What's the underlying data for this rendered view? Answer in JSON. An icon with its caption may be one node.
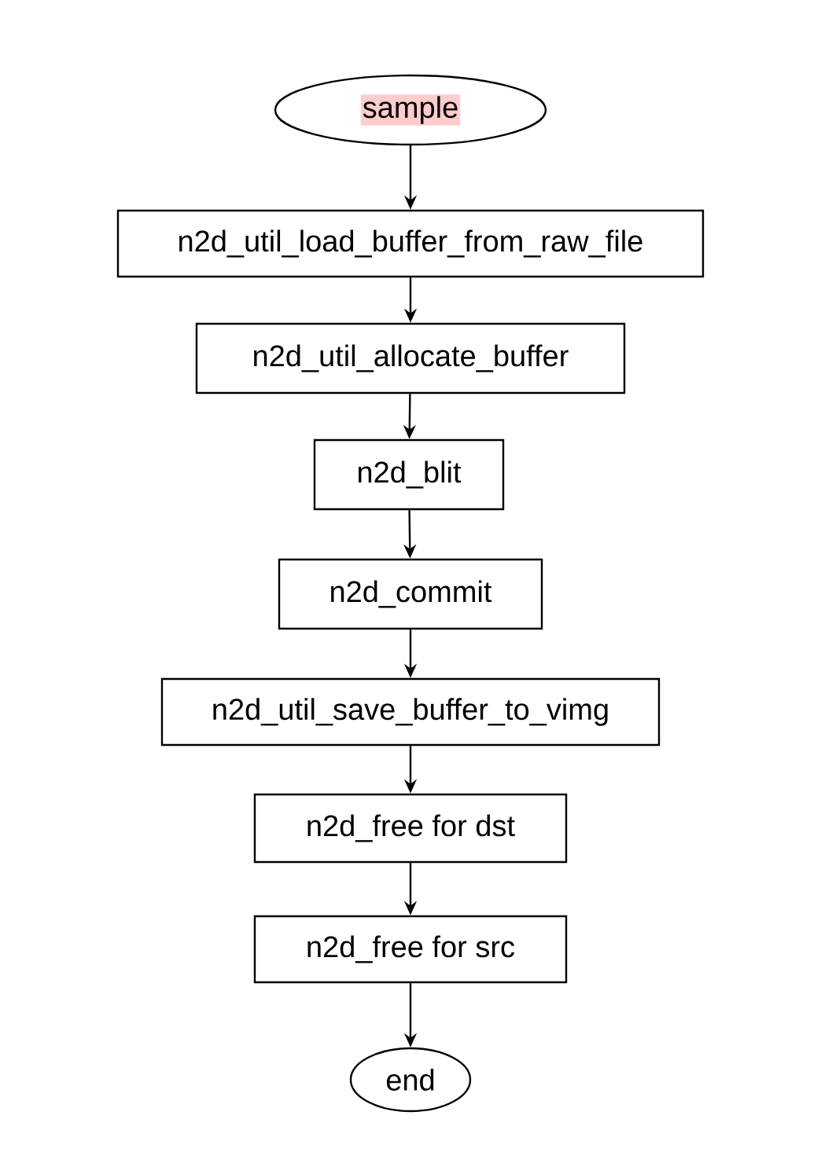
{
  "diagram": {
    "nodes": [
      {
        "text": [
          "sample"
        ]
      },
      {
        "text": [
          "n2d_util_load_buffer_from_raw_file"
        ]
      },
      {
        "text": [
          "n2d_util_allocate_buffer"
        ]
      },
      {
        "text": [
          "n2d_blit"
        ]
      },
      {
        "text": [
          "n2d_commit"
        ]
      },
      {
        "text": [
          "n2d_util_save_buffer_to_vimg"
        ]
      },
      {
        "text": [
          "n2d_free for dst"
        ]
      },
      {
        "text": [
          "n2d_free for src"
        ]
      },
      {
        "text": [
          "end"
        ]
      }
    ],
    "edges": [
      {
        "from": 0,
        "to": 1,
        "arrow": "to"
      },
      {
        "from": 1,
        "to": 2,
        "arrow": "to"
      },
      {
        "from": 2,
        "to": 3,
        "arrow": "to"
      },
      {
        "from": 3,
        "to": 4,
        "arrow": "to"
      },
      {
        "from": 4,
        "to": 5,
        "arrow": "to"
      },
      {
        "from": 5,
        "to": 6,
        "arrow": "to"
      },
      {
        "from": 6,
        "to": 7,
        "arrow": "to"
      },
      {
        "from": 7,
        "to": 8,
        "arrow": "to"
      }
    ]
  }
}
